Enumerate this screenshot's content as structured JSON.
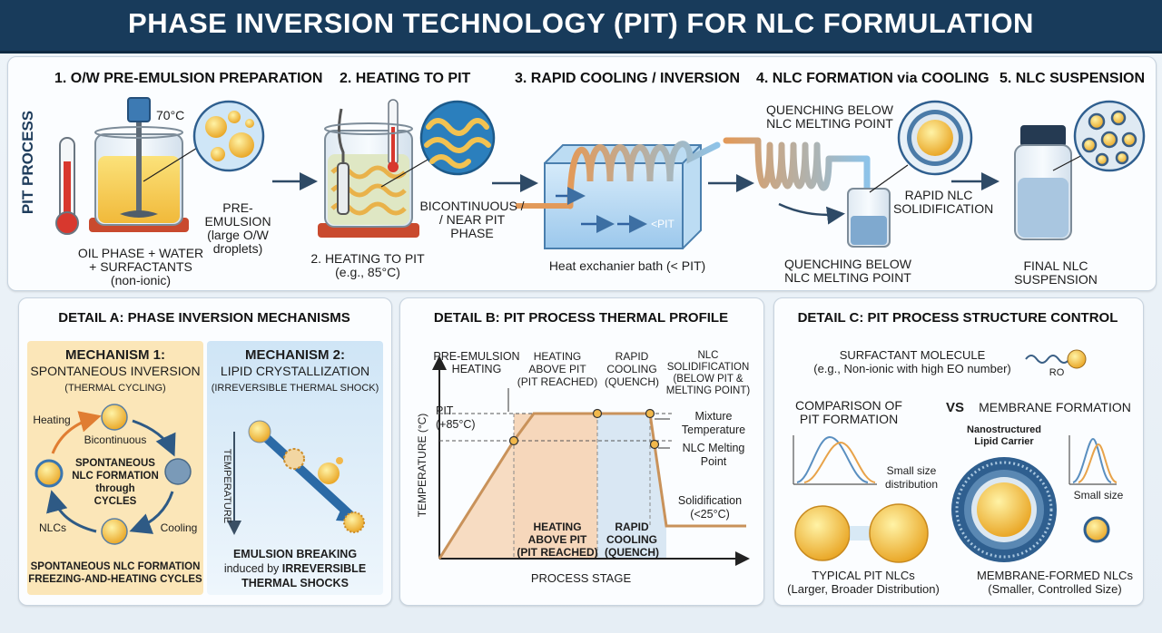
{
  "title": "PHASE INVERSION TECHNOLOGY (PIT) FOR NLC FORMULATION",
  "process": {
    "side_label": "PIT PROCESS",
    "steps": [
      {
        "header": "1. O/W PRE-EMULSION PREPARATION",
        "temp": "70°C",
        "callout": "PRE-EMULSION\n(large O/W\ndroplets)",
        "caption": "OIL PHASE + WATER\n+ SURFACTANTS\n(non-ionic)"
      },
      {
        "header": "2. HEATING TO PIT",
        "callout": "BICONTINUOUS /\n/ NEAR PIT\nPHASE",
        "caption": "2. HEATING TO PIT\n(e.g., 85°C)"
      },
      {
        "header": "3. RAPID COOLING / INVERSION",
        "bath_mark": "<PIT",
        "caption": "Heat exchanier bath (< PIT)"
      },
      {
        "header": "4. NLC FORMATION via COOLING",
        "top_note": "QUENCHING BELOW\nNLC MELTING POINT",
        "callout": "RAPID NLC\nSOLIDIFICATION",
        "caption": "QUENCHING BELOW\nNLC MELTING POINT"
      },
      {
        "header": "5. NLC SUSPENSION",
        "caption": "FINAL NLC SUSPENSION"
      }
    ]
  },
  "detail_a": {
    "title": "DETAIL A: PHASE INVERSION MECHANISMS",
    "m1": {
      "title": "MECHANISM 1:",
      "subtitle": "SPONTANEOUS INVERSION",
      "sub2": "(THERMAL CYCLING)",
      "heating": "Heating",
      "bicontinuous": "Bicontinuous",
      "center": "SPONTANEOUS\nNLC FORMATION\nthrough\nCYCLES",
      "nlcs": "NLCs",
      "cooling": "Cooling",
      "footer": "SPONTANEOUS NLC FORMATION\nFREEZING-AND-HEATING CYCLES"
    },
    "m2": {
      "title": "MECHANISM 2:",
      "subtitle": "LIPID CRYSTALLIZATION",
      "sub2": "(IRREVERSIBLE THERMAL SHOCK)",
      "axis": "TEMPERATURE",
      "footer1": "EMULSION BREAKING",
      "footer2a": "induced by",
      "footer2b": "IRREVERSIBLE",
      "footer3": "THERMAL SHOCKS"
    }
  },
  "detail_b": {
    "title": "DETAIL B: PIT PROCESS THERMAL PROFILE",
    "ylabel": "TEMPERATURE (°C)",
    "xlabel": "PROCESS STAGE",
    "stage_labels": [
      "PRE-EMULSION\nHEATING",
      "HEATING\nABOVE PIT\n(PIT REACHED)",
      "RAPID\nCOOLING\n(QUENCH)",
      "NLC\nSOLIDIFICATION\n(BELOW PIT &\nMELTING POINT)"
    ],
    "pit_label": "PIT\n(+85°C)",
    "right_labels": [
      "Mixture\nTemperature",
      "NLC Melting\nPoint",
      "Solidification\n(<25°C)"
    ],
    "inner_labels": [
      "HEATING\nABOVE PIT\n(PIT REACHED)",
      "RAPID\nCOOLING\n(QUENCH)"
    ],
    "colors": {
      "heating": "#f4cfae",
      "plateau": "#f3c9a5",
      "cooling": "#cfe1f0",
      "line": "#c9925a"
    }
  },
  "detail_c": {
    "title": "DETAIL C: PIT PROCESS STRUCTURE CONTROL",
    "surfactant": "SURFACTANT MOLECULE\n(e.g., Non-ionic with high EO number)",
    "ro": "RO",
    "comparison": "COMPARISON OF\nPIT FORMATION",
    "vs": "VS",
    "membrane": "MEMBRANE FORMATION",
    "nano": "Nanostructured\nLipid Carrier",
    "small_dist": "Small size\ndistribution",
    "small_size": "Small size",
    "typical": "TYPICAL PIT NLCs\n(Larger, Broader Distribution)",
    "membrane_formed": "MEMBRANE-FORMED NLCs\n(Smaller, Controlled Size)"
  }
}
